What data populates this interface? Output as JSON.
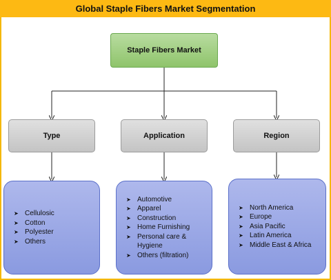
{
  "title": "Global Staple Fibers Market Segmentation",
  "root": "Staple Fibers Market",
  "categories": [
    {
      "label": "Type",
      "items": [
        "Cellulosic",
        "Cotton",
        "Polyester",
        "Others"
      ]
    },
    {
      "label": "Application",
      "items": [
        "Automotive",
        "Apparel",
        "Construction",
        "Home Furnishing",
        "Personal care &",
        "Hygiene",
        "Others (filtration)"
      ]
    },
    {
      "label": "Region",
      "items": [
        "North America",
        "Europe",
        "Asia Pacific",
        "Latin America",
        "Middle East & Africa"
      ]
    }
  ],
  "colors": {
    "title_bar": "#fdb913",
    "root_box": "#93c47d",
    "category_box": "#cccccc",
    "leaf_box": "#8e9ee0"
  }
}
